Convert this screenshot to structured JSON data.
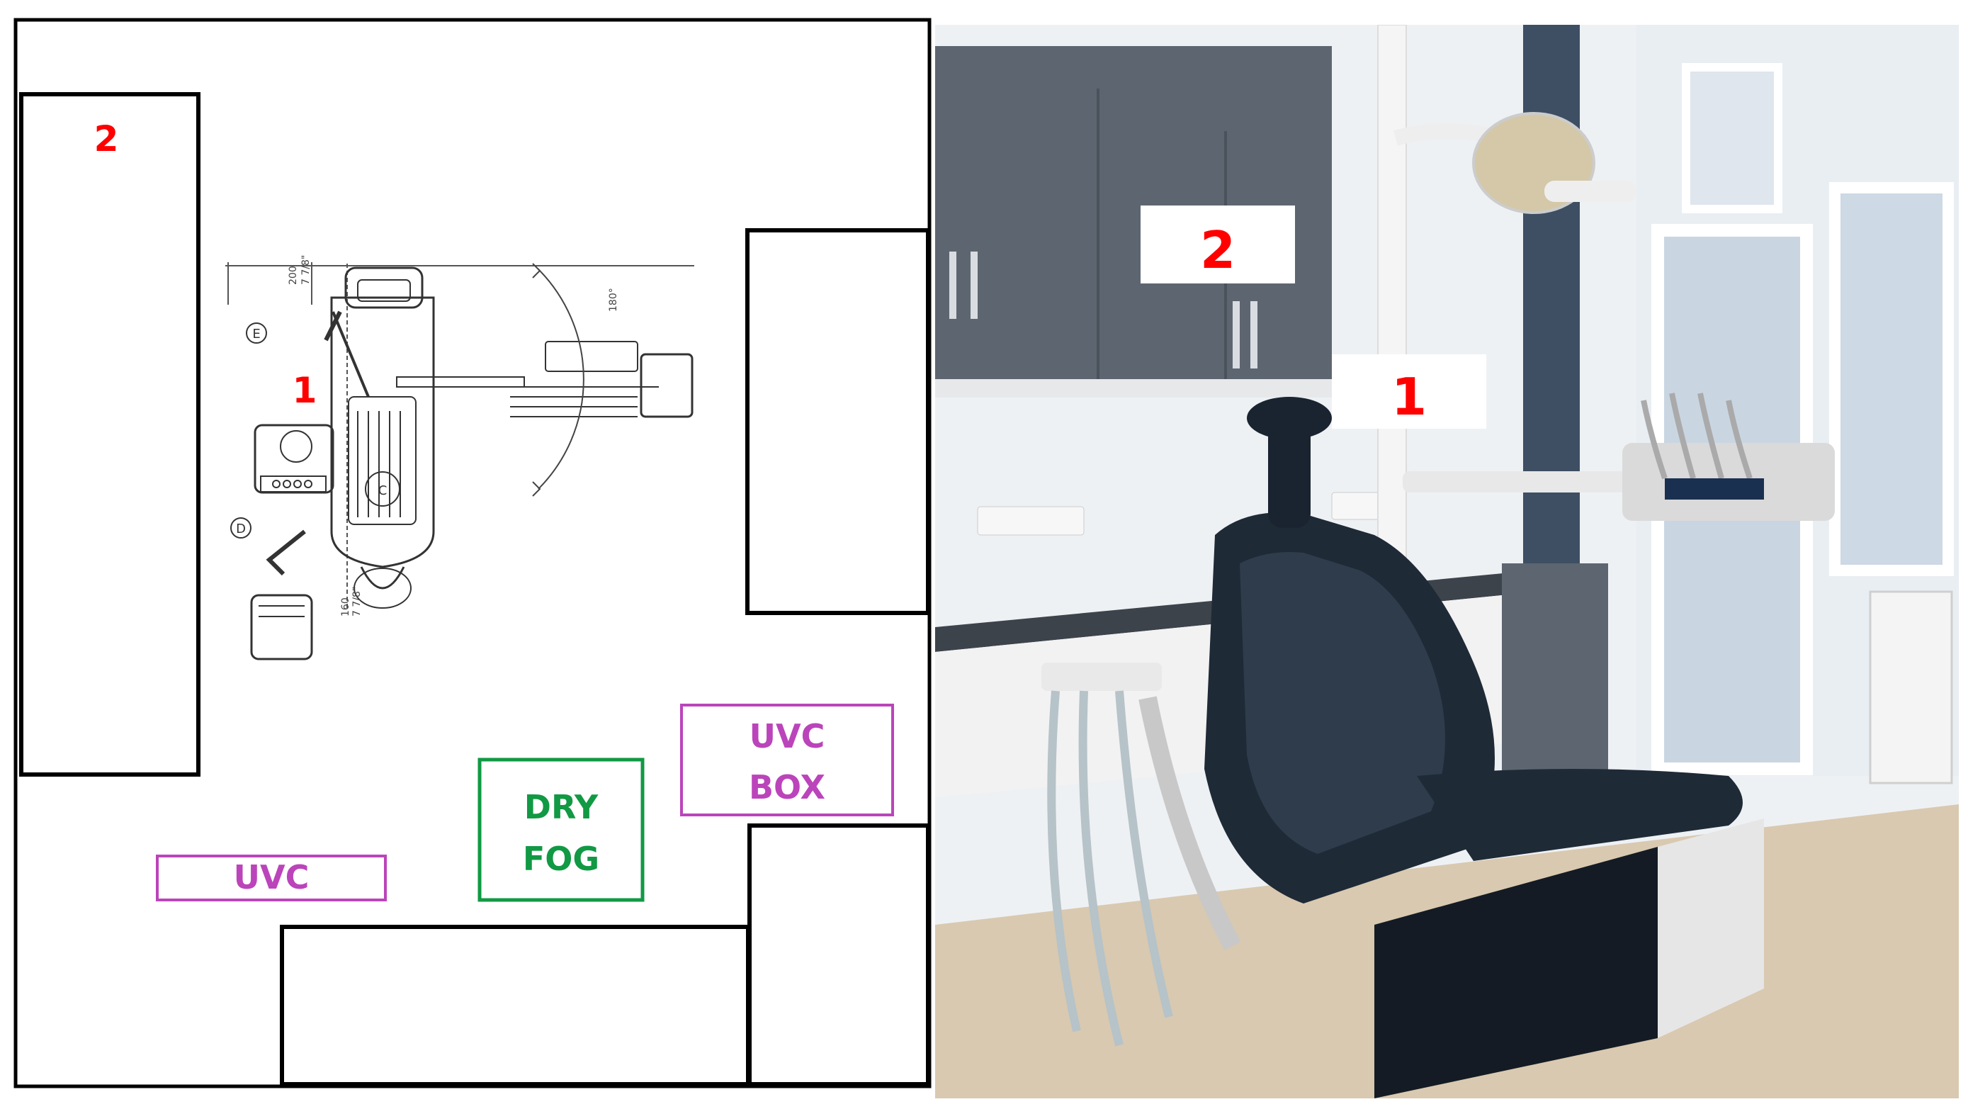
{
  "floor_plan": {
    "marker_1": "1",
    "marker_2": "2",
    "uvc_label": "UVC",
    "dry_fog_label": [
      "DRY",
      "FOG"
    ],
    "uvc_box_label": [
      "UVC",
      "BOX"
    ],
    "chair_dimension_labels": [
      "200",
      "7 7/8\"",
      "180°",
      "160",
      "7 7/8\"",
      "E",
      "D",
      "C"
    ],
    "colors": {
      "marker": "#ff0000",
      "uvc": "#bb44bb",
      "dry_fog": "#119944",
      "walls": "#000000"
    }
  },
  "photo": {
    "tag_1": "1",
    "tag_2": "2",
    "colors": {
      "cabinet": "#5d6670",
      "chair": "#1f2a37",
      "wall": "#eef1f4",
      "floor": "#d9c9b0",
      "tag_text": "#ff0000"
    }
  }
}
